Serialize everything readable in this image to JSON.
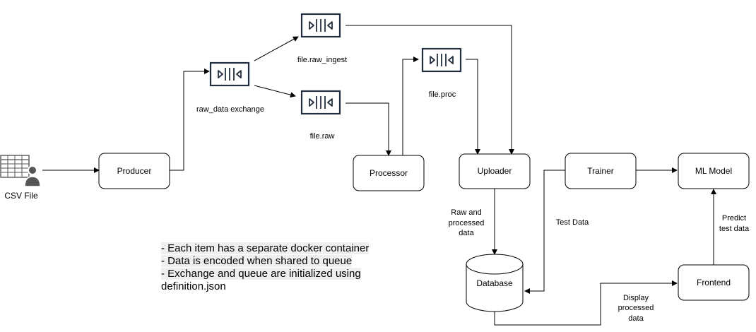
{
  "nodes": {
    "csv_file": "CSV File",
    "producer": "Producer",
    "exchange": "raw_data exchange",
    "queue_raw_ingest": "file.raw_ingest",
    "queue_raw": "file.raw",
    "queue_proc": "file.proc",
    "processor": "Processor",
    "uploader": "Uploader",
    "trainer": "Trainer",
    "ml_model": "ML Model",
    "database": "Database",
    "frontend": "Frontend"
  },
  "edge_labels": {
    "raw_processed": [
      "Raw and",
      "processed",
      "data"
    ],
    "test_data": "Test Data",
    "predict": [
      "Predict",
      "test data"
    ],
    "display": [
      "Display",
      "processed",
      "data"
    ]
  },
  "notes": [
    "- Each item has a separate docker container",
    "- Data is encoded when shared to queue",
    "- Exchange and queue are initialized using",
    "definition.json"
  ]
}
